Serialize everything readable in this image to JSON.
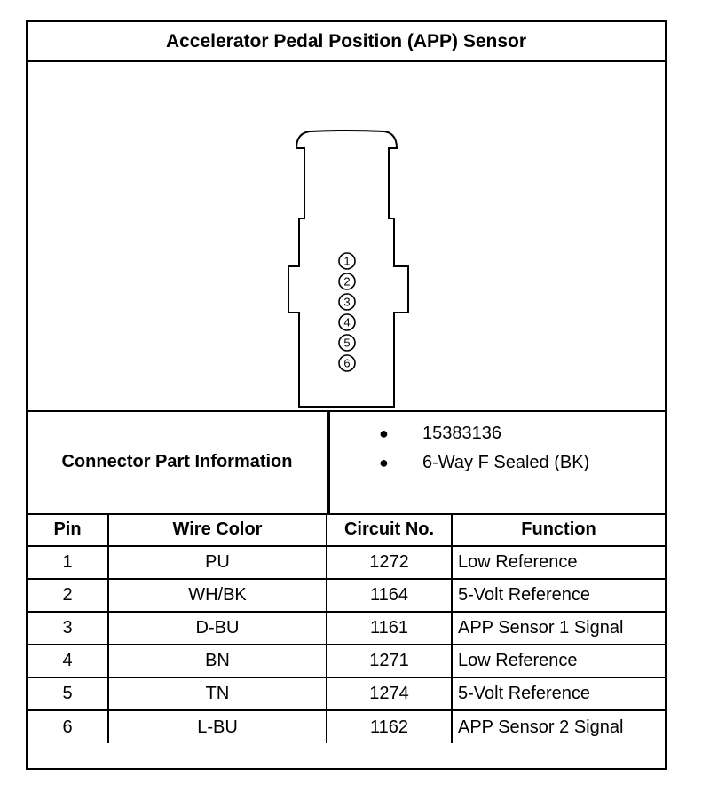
{
  "title": "Accelerator Pedal Position (APP) Sensor",
  "connector": {
    "pin_labels": [
      "1",
      "2",
      "3",
      "4",
      "5",
      "6"
    ]
  },
  "part_info": {
    "label": "Connector Part Information",
    "items": [
      "15383136",
      "6-Way F Sealed (BK)"
    ]
  },
  "table": {
    "headers": [
      "Pin",
      "Wire Color",
      "Circuit No.",
      "Function"
    ],
    "rows": [
      [
        "1",
        "PU",
        "1272",
        "Low Reference"
      ],
      [
        "2",
        "WH/BK",
        "1164",
        "5-Volt Reference"
      ],
      [
        "3",
        "D-BU",
        "1161",
        "APP Sensor 1 Signal"
      ],
      [
        "4",
        "BN",
        "1271",
        "Low Reference"
      ],
      [
        "5",
        "TN",
        "1274",
        "5-Volt Reference"
      ],
      [
        "6",
        "L-BU",
        "1162",
        "APP Sensor 2 Signal"
      ]
    ]
  }
}
